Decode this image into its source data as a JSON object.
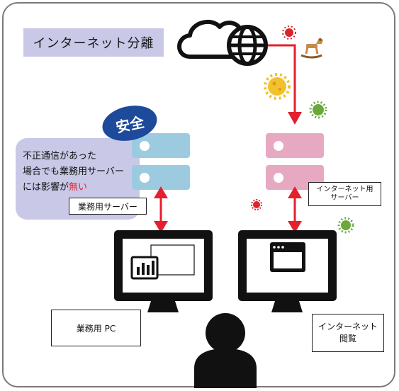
{
  "title": "インターネット分離",
  "badge": "安全",
  "note": {
    "line1": "不正通信があった",
    "line2": "場合でも業務用サーバー",
    "line3_prefix": "には影響が",
    "line3_highlight": "無い"
  },
  "labels": {
    "business_server": "業務用サーバー",
    "internet_server_line1": "インターネット用",
    "internet_server_line2": "サーバー",
    "business_pc": "業務用 PC",
    "internet_browse_line1": "インターネット",
    "internet_browse_line2": "閲覧"
  },
  "colors": {
    "business_server": "#9ccbe0",
    "internet_server": "#e7a9c2",
    "arrow": "#e3202b",
    "note_bg": "#c9c8e7",
    "badge": "#1d4a9a",
    "virus_red": "#d8262c",
    "virus_green": "#69a93c",
    "virus_yellow": "#f2c12e"
  },
  "icons": [
    "cloud-icon",
    "globe-icon",
    "rocking-horse-icon",
    "virus-icon",
    "server-icon",
    "monitor-icon",
    "chart-icon",
    "browser-window-icon",
    "user-icon"
  ]
}
